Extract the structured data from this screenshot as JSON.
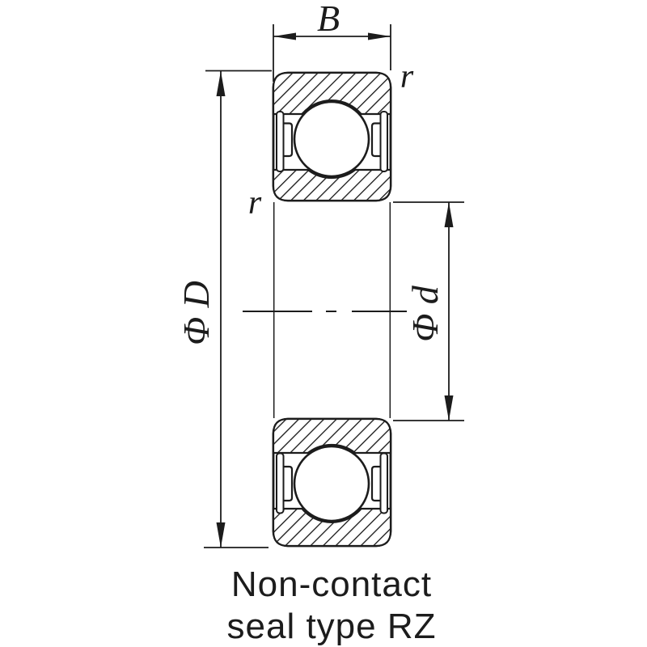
{
  "drawing": {
    "caption": {
      "line1": "Non-contact",
      "line2": "seal type RZ"
    },
    "dimensions": {
      "width_label": "B",
      "outer_diameter_label": "Φ D",
      "bore_diameter_label": "Φ d",
      "chamfer_radius_top": "r",
      "chamfer_radius_side": "r"
    },
    "colors": {
      "ink": "#1c1c1c",
      "background": "#ffffff"
    }
  }
}
